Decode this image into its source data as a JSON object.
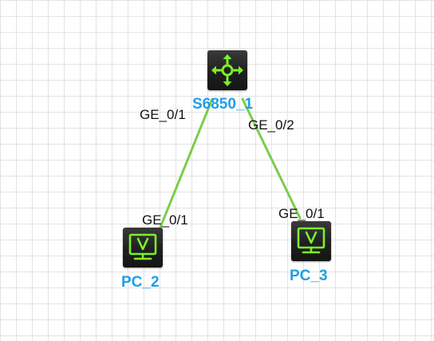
{
  "colors": {
    "link": "#7ccd4a",
    "device_label": "#1ea0e6",
    "icon_glyph": "#7cf02a"
  },
  "devices": {
    "switch": {
      "name": "S6850_1",
      "icon": "switch-icon"
    },
    "pc2": {
      "name": "PC_2",
      "icon": "monitor-icon"
    },
    "pc3": {
      "name": "PC_3",
      "icon": "monitor-icon"
    }
  },
  "links": {
    "sw_pc2": {
      "from_port": "GE_0/1",
      "to_port": "GE_0/1"
    },
    "sw_pc3": {
      "from_port": "GE_0/2",
      "to_port": "GE_0/1"
    }
  }
}
